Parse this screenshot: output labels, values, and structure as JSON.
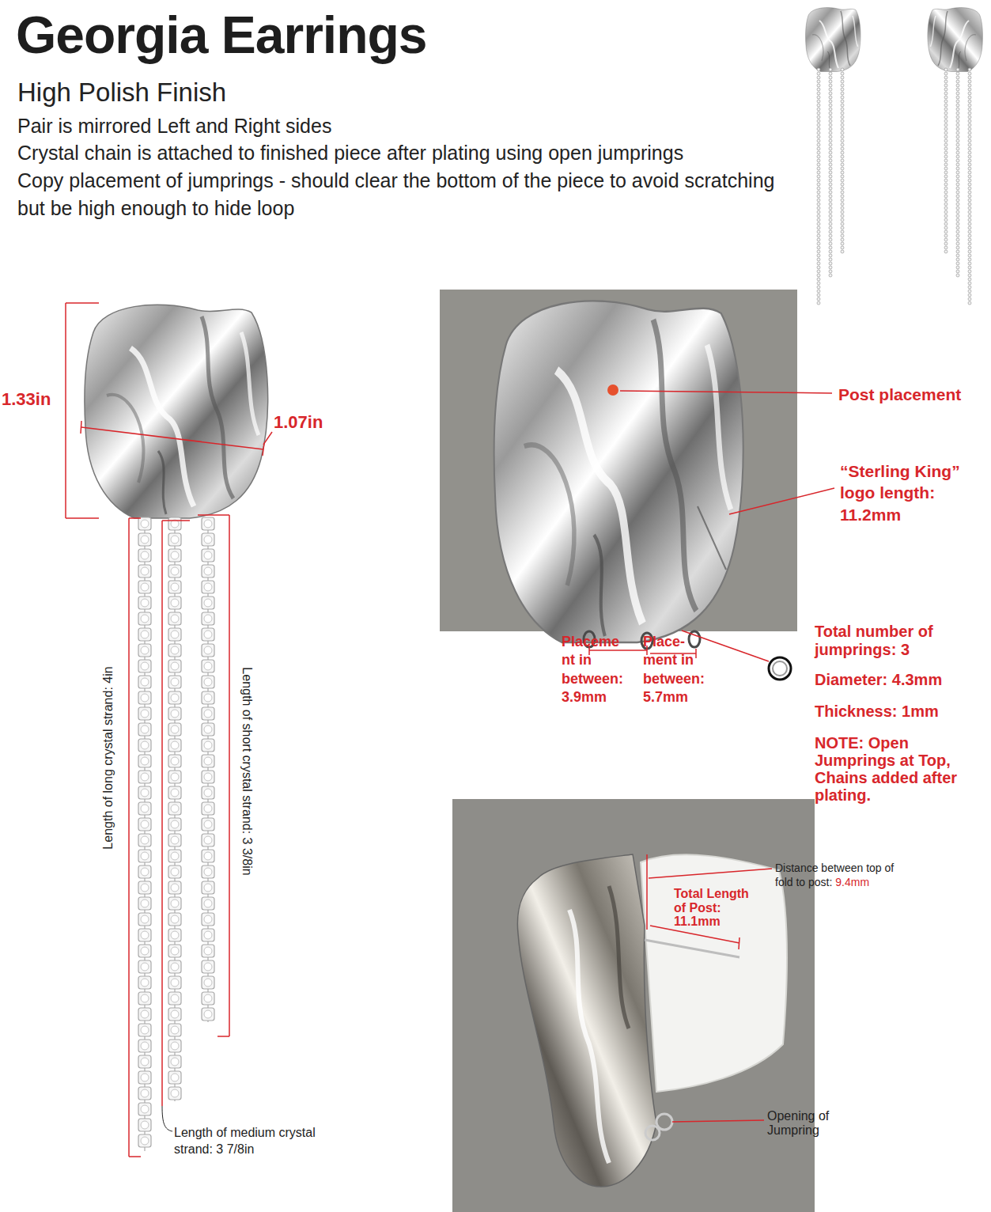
{
  "diagram": {
    "title": "Georgia Earrings",
    "labels": [
      "High Polish Finish",
      "Pair is mirrored Left and Right sides",
      "Crystal chain is attached to finished piece after plating using open jumprings",
      "Copy placement of jumprings - should clear the bottom of the piece to avoid scratching but be high enough to hide loop",
      "1.33in",
      "1.07in",
      "Length of long crystal strand: 4in",
      "Length of short crystal strand: 3 3/8in",
      "Length of medium crystal strand: 3 7/8in",
      "Post placement",
      "“Sterling King” logo length: 11.2mm",
      "Placeme nt in between: 3.9mm",
      "Place- ment in between: 5.7mm",
      "Total number of jumprings: 3",
      "Diameter: 4.3mm",
      "Thickness: 1mm",
      "NOTE: Open Jumprings at Top, Chains added after plating.",
      "Distance between top of fold to post:",
      "9.4mm",
      "Total Length of Post: 11.1mm",
      "Opening of Jumpring"
    ]
  }
}
